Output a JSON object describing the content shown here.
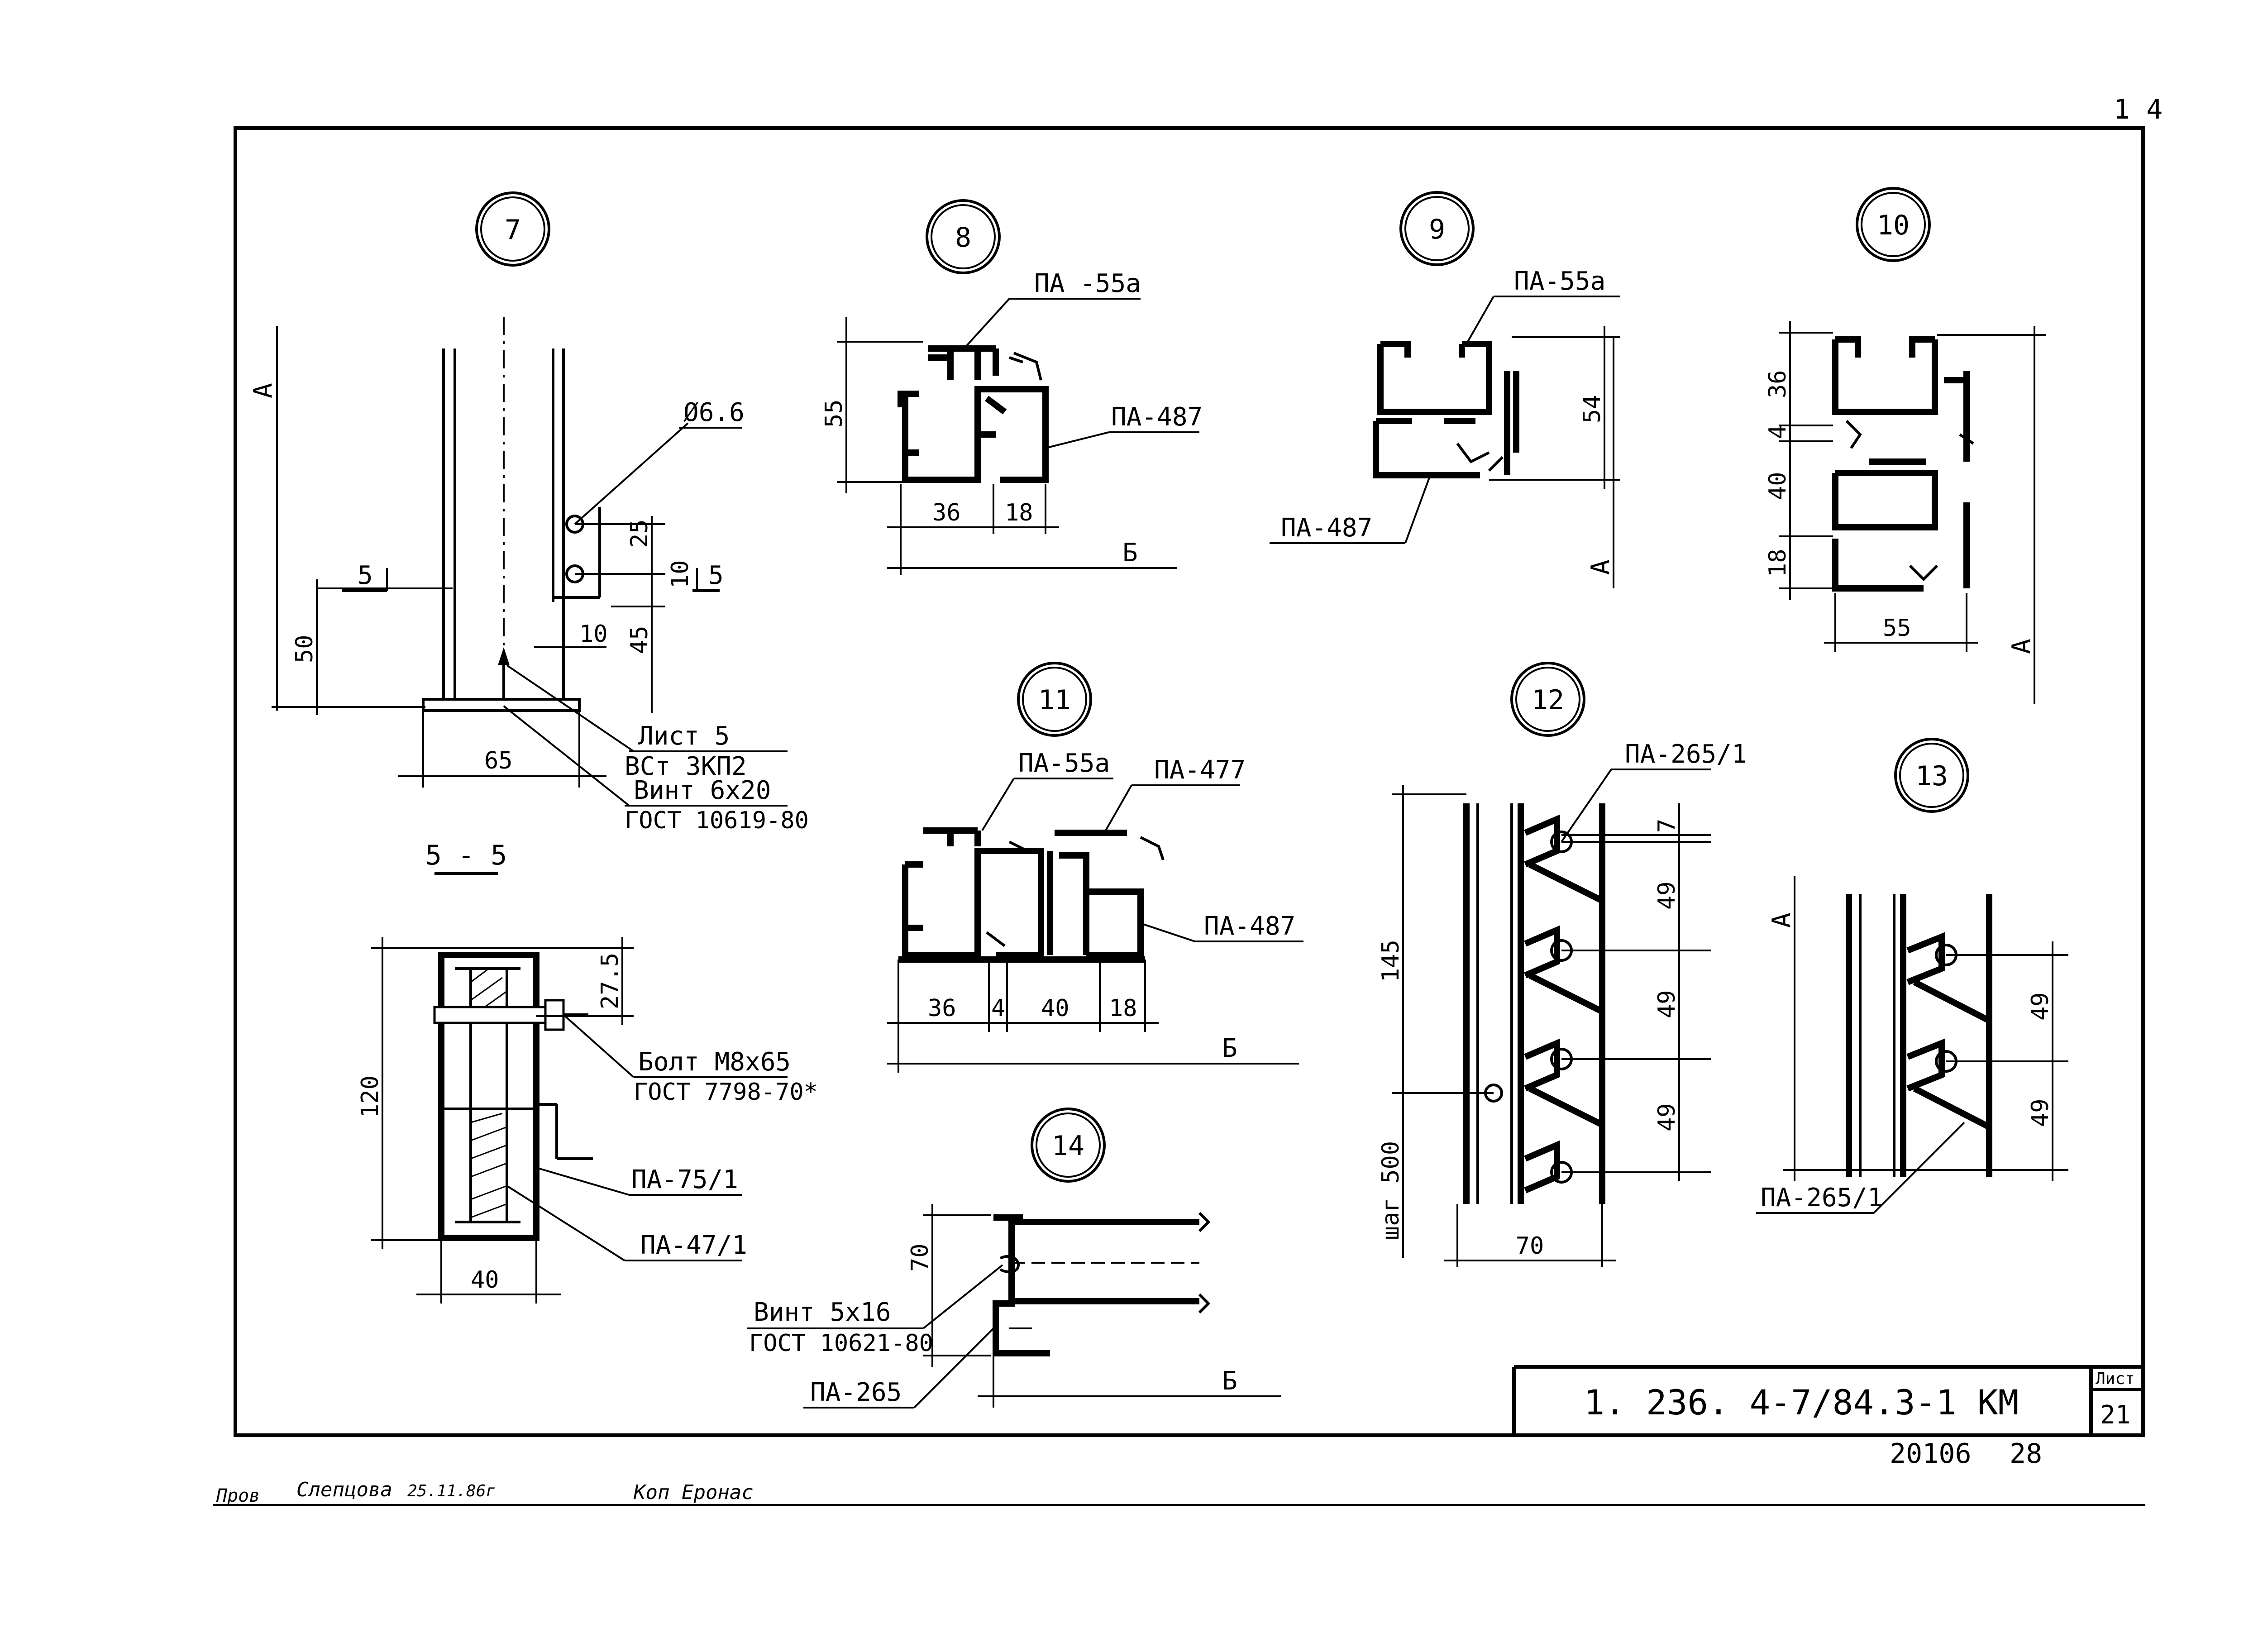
{
  "sheet": {
    "corner_mark": "1 4",
    "code": "1. 236. 4-7/84.3-1 КМ",
    "sheet_label": "Лист",
    "sheet_number": "21",
    "inventory": "20106",
    "page": "28",
    "sign_left_role": "Пров",
    "sign_left_name": "Слепцова",
    "sign_left_date": "25.11.86г",
    "sign_right": "Коп Еронас"
  },
  "detail7": {
    "number": "7",
    "hole": "Ø6.6",
    "d25": "25",
    "d10a": "10",
    "d45": "45",
    "d10b": "10",
    "d50": "50",
    "d65": "65",
    "section": "5",
    "axis": "А",
    "note1a": "Лист 5",
    "note1b": "ВСт 3КП2",
    "note2a": "Винт 6x20",
    "note2b": "ГОСТ 10619-80"
  },
  "section55": {
    "title": "5 - 5",
    "d27": "27.5",
    "d120": "120",
    "d40": "40",
    "bolt_a": "Болт М8х65",
    "bolt_b": "ГОСТ 7798-70*",
    "pa75": "ПА-75/1",
    "pa47": "ПА-47/1"
  },
  "detail8": {
    "number": "8",
    "pa55": "ПА -55а",
    "pa487": "ПА-487",
    "d55": "55",
    "d36": "36",
    "d18": "18",
    "axis": "Б"
  },
  "detail9": {
    "number": "9",
    "pa55": "ПА-55а",
    "pa487": "ПА-487",
    "d54": "54",
    "axis": "А"
  },
  "detail10": {
    "number": "10",
    "d36": "36",
    "d4": "4",
    "d40": "40",
    "d18": "18",
    "d55": "55",
    "axis": "А"
  },
  "detail11": {
    "number": "11",
    "pa55": "ПА-55а",
    "pa477": "ПА-477",
    "pa487": "ПА-487",
    "d36": "36",
    "d4": "4",
    "d40": "40",
    "d18": "18",
    "axis": "Б"
  },
  "detail12": {
    "number": "12",
    "pa": "ПА-265/1",
    "d7": "7",
    "d49a": "49",
    "d49b": "49",
    "d49c": "49",
    "d145": "145",
    "step": "шаг 500",
    "d70": "70"
  },
  "detail13": {
    "number": "13",
    "pa": "ПА-265/1",
    "d49a": "49",
    "d49b": "49",
    "axis": "А"
  },
  "detail14": {
    "number": "14",
    "d70": "70",
    "screw_a": "Винт 5x16",
    "screw_b": "ГОСТ 10621-80",
    "pa": "ПА-265",
    "axis": "Б"
  }
}
